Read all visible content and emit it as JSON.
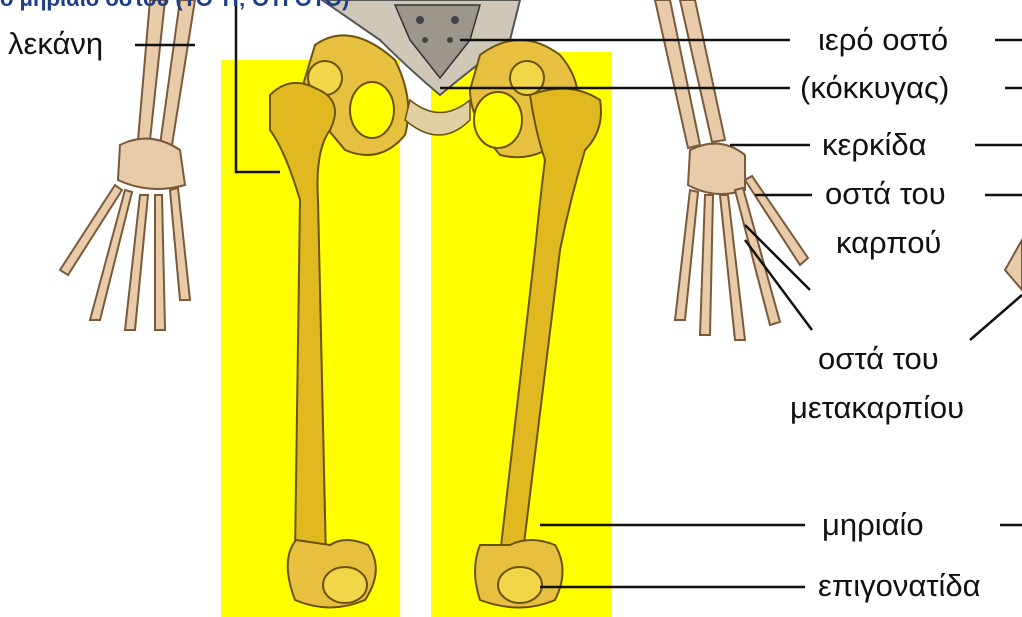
{
  "title": "ο μηριαίο οστού (ΤΟ ΤΙ; ΟΤΙ ΟΤΟ)",
  "labels": {
    "pelvis": "λεκάνη",
    "sacrum": "ιερό οστό",
    "coccyx": "(κόκκυγας)",
    "radius": "κερκίδα",
    "carpal_1": "οστά του",
    "carpal_2": "καρπού",
    "metacarpal_1": "οστά του",
    "metacarpal_2": "μετακαρπίου",
    "femur": "μηριαίο",
    "patella": "επιγονατίδα"
  },
  "colors": {
    "highlight": "#ffff00",
    "bone": "#d9b318",
    "bone_light": "#f2d64a",
    "bone_dark": "#8a6a10",
    "arm_bone": "#e8ccaa",
    "title": "#1c3f8c"
  }
}
